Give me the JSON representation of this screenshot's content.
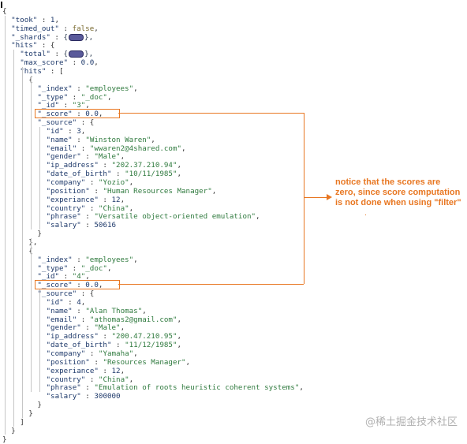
{
  "json_viewer": {
    "took_key": "\"took\"",
    "took_val": "1",
    "timed_out_key": "\"timed_out\"",
    "timed_out_val": "false",
    "shards_key": "\"_shards\"",
    "hits_key": "\"hits\"",
    "total_key": "\"total\"",
    "max_score_key": "\"max_score\"",
    "max_score_val": "0.0",
    "inner_hits_key": "\"hits\"",
    "documents": [
      {
        "index_val": "\"employees\"",
        "type_val": "\"_doc\"",
        "id_val": "\"3\"",
        "score_val": "0.0",
        "source": {
          "id": "3",
          "name": "\"Winston Waren\"",
          "email": "\"wwaren2@4shared.com\"",
          "gender": "\"Male\"",
          "ip_address": "\"202.37.210.94\"",
          "date_of_birth": "\"10/11/1985\"",
          "company": "\"Yozio\"",
          "position": "\"Human Resources Manager\"",
          "experience": "12",
          "country": "\"China\"",
          "phrase": "\"Versatile object-oriented emulation\"",
          "salary": "50616"
        }
      },
      {
        "index_val": "\"employees\"",
        "type_val": "\"_doc\"",
        "id_val": "\"4\"",
        "score_val": "0.0",
        "source": {
          "id": "4",
          "name": "\"Alan Thomas\"",
          "email": "\"athomas2@gmail.com\"",
          "gender": "\"Male\"",
          "ip_address": "\"200.47.210.95\"",
          "date_of_birth": "\"11/12/1985\"",
          "company": "\"Yamaha\"",
          "position": "\"Resources Manager\"",
          "experience": "12",
          "country": "\"China\"",
          "phrase": "\"Emulation of roots heuristic coherent systems\"",
          "salary": "300000"
        }
      }
    ],
    "keys": {
      "index": "\"_index\"",
      "type": "\"_type\"",
      "id": "\"_id\"",
      "score": "\"_score\"",
      "source": "\"_source\"",
      "src_id": "\"id\"",
      "name": "\"name\"",
      "email": "\"email\"",
      "gender": "\"gender\"",
      "ip_address": "\"ip_address\"",
      "date_of_birth": "\"date_of_birth\"",
      "company": "\"company\"",
      "position": "\"position\"",
      "experience": "\"experiance\"",
      "country": "\"country\"",
      "phrase": "\"phrase\"",
      "salary": "\"salary\""
    }
  },
  "annotation": {
    "text": "notice that the scores are zero, since score computation is not done when using \"filter\"",
    "color": "#e87722"
  },
  "watermark": "@稀土掘金技术社区"
}
